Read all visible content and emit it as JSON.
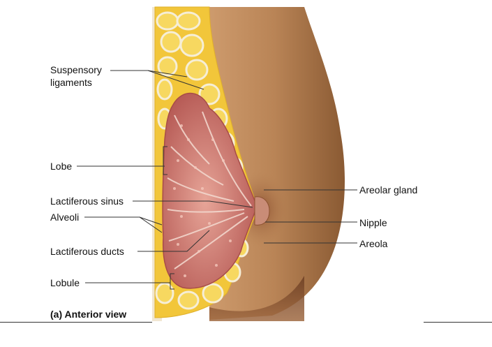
{
  "labels": {
    "suspensory_line1": "Suspensory",
    "suspensory_line2": "ligaments",
    "lobe": "Lobe",
    "lactiferous_sinus": "Lactiferous sinus",
    "alveoli": "Alveoli",
    "lactiferous_ducts": "Lactiferous ducts",
    "lobule": "Lobule",
    "areolar_gland": "Areolar gland",
    "nipple": "Nipple",
    "areola": "Areola"
  },
  "caption": "(a) Anterior view",
  "colors": {
    "skin": "#b98456",
    "skin_shadow": "#8a5a33",
    "fat": "#f2c63a",
    "fat_outline": "#d9a61c",
    "gland": "#c8706a",
    "gland_light": "#e8b0a0",
    "wall": "#f3ead8",
    "areola": "#7a4428"
  }
}
